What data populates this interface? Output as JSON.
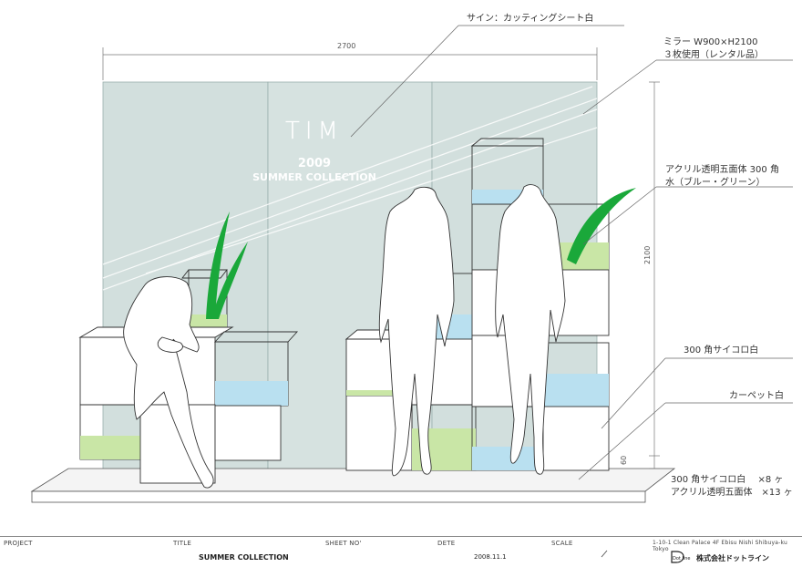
{
  "sign": {
    "logo": "TIM",
    "year": "2009",
    "collection": "SUMMER COLLECTION"
  },
  "dimensions": {
    "width": "2700",
    "height": "2100",
    "base": "60"
  },
  "callouts": {
    "sign_material": "サイン：カッティングシート白",
    "mirror_1": "ミラー W900×H2100",
    "mirror_2": "３枚使用（レンタル品）",
    "acrylic_1": "アクリル透明五面体 300 角",
    "acrylic_2": "水（ブルー・グリーン）",
    "cube": "300 角サイコロ白",
    "carpet": "カーペット白",
    "qty_1": "300 角サイコロ白　 ×8 ヶ",
    "qty_2": "アクリル透明五面体　×13 ヶ"
  },
  "title_block": {
    "project_label": "PROJECT",
    "title_label": "TITLE",
    "title_value": "SUMMER COLLECTION",
    "sheet_label": "SHEET NO'",
    "date_label": "DETE",
    "date_value": "2008.11.1",
    "scale_label": "SCALE",
    "address": "1-10-1 Clean Palace 4F Ebisu Nishi Shibuya-ku Tokyo",
    "company": "株式会社ドットライン",
    "logo_text": "Dot line"
  },
  "colors": {
    "mirror": "#d2dfdd",
    "water_blue": "#b9e0f0",
    "water_green": "#c9e6a6",
    "leaf": "#1aa83a",
    "line": "#333333"
  }
}
